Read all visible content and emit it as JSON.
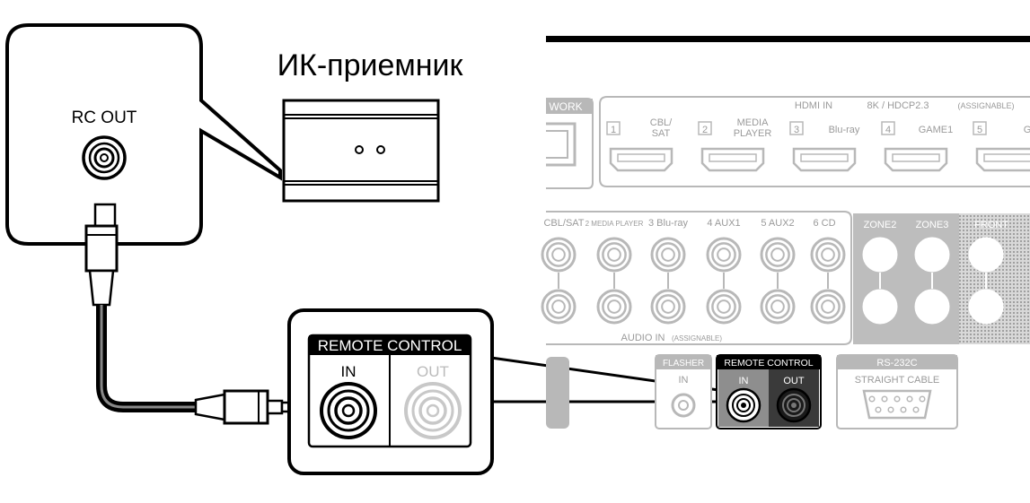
{
  "ir_receiver": {
    "title": "ИК-приемник"
  },
  "source_device": {
    "jack_label": "RC OUT"
  },
  "zoom": {
    "header": "REMOTE CONTROL",
    "in_label": "IN",
    "out_label": "OUT"
  },
  "panel": {
    "network_label": "WORK",
    "hdmi_in_label": "HDMI IN",
    "hdmi_spec_label": "8K / HDCP2.3",
    "hdmi_assignable_label": "(ASSIGNABLE)",
    "hdmi_inputs": [
      {
        "num": "1",
        "label_line1": "CBL/",
        "label_line2": "SAT"
      },
      {
        "num": "2",
        "label_line1": "MEDIA",
        "label_line2": "PLAYER"
      },
      {
        "num": "3",
        "label_line1": "",
        "label_line2": "Blu-ray"
      },
      {
        "num": "4",
        "label_line1": "",
        "label_line2": "GAME1"
      },
      {
        "num": "5",
        "label_line1": "",
        "label_line2": "G"
      }
    ],
    "audio_inputs": [
      "CBL/SAT",
      "2 MEDIA PLAYER",
      "3 Blu-ray",
      "4 AUX1",
      "5 AUX2",
      "6 CD"
    ],
    "zone_labels": [
      "ZONE2",
      "ZONE3",
      "FRONT"
    ],
    "audio_in_label": "AUDIO IN",
    "audio_in_assignable": "(ASSIGNABLE)",
    "flasher_label": "FLASHER",
    "flasher_in": "IN",
    "remote_control_label": "REMOTE CONTROL",
    "rc_in": "IN",
    "rc_out": "OUT",
    "rs232c_label": "RS-232C",
    "rs232c_sub": "STRAIGHT CABLE"
  },
  "colors": {
    "line": "#000000",
    "panel_gray": "#b8b8b8",
    "panel_text": "#9a9a9a",
    "zone_fill": "#bdbdbd",
    "highlight_in": "#8e8e8e",
    "highlight_out": "#3a3a3a"
  }
}
